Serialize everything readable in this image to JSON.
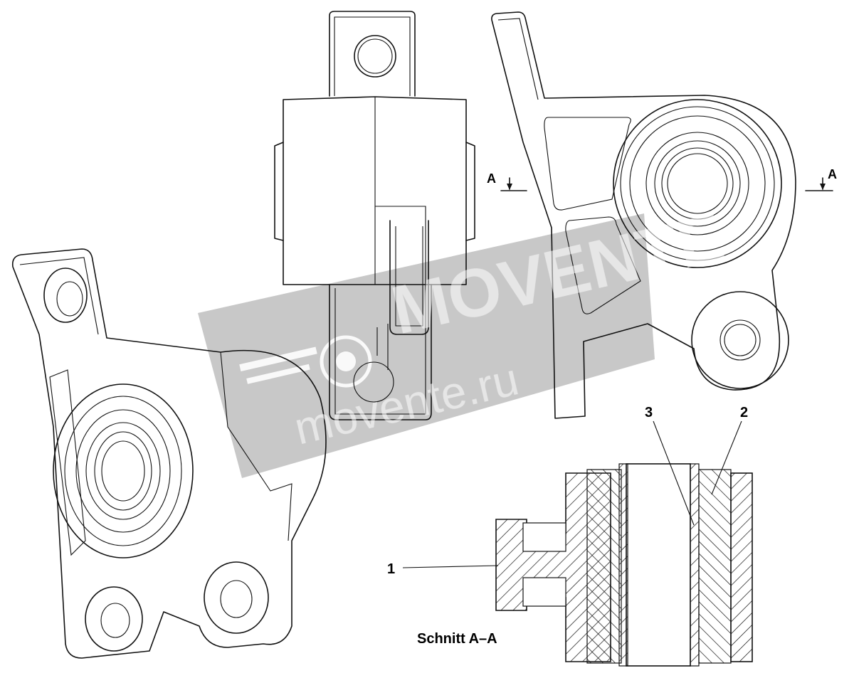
{
  "labels": {
    "section_left": "A",
    "section_right": "A",
    "callout_1": "1",
    "callout_2": "2",
    "callout_3": "3",
    "section_caption": "Schnitt A–A"
  },
  "watermark": {
    "brand": "MOVENTE",
    "url": "movente.ru",
    "color": "#9a9a9a"
  }
}
